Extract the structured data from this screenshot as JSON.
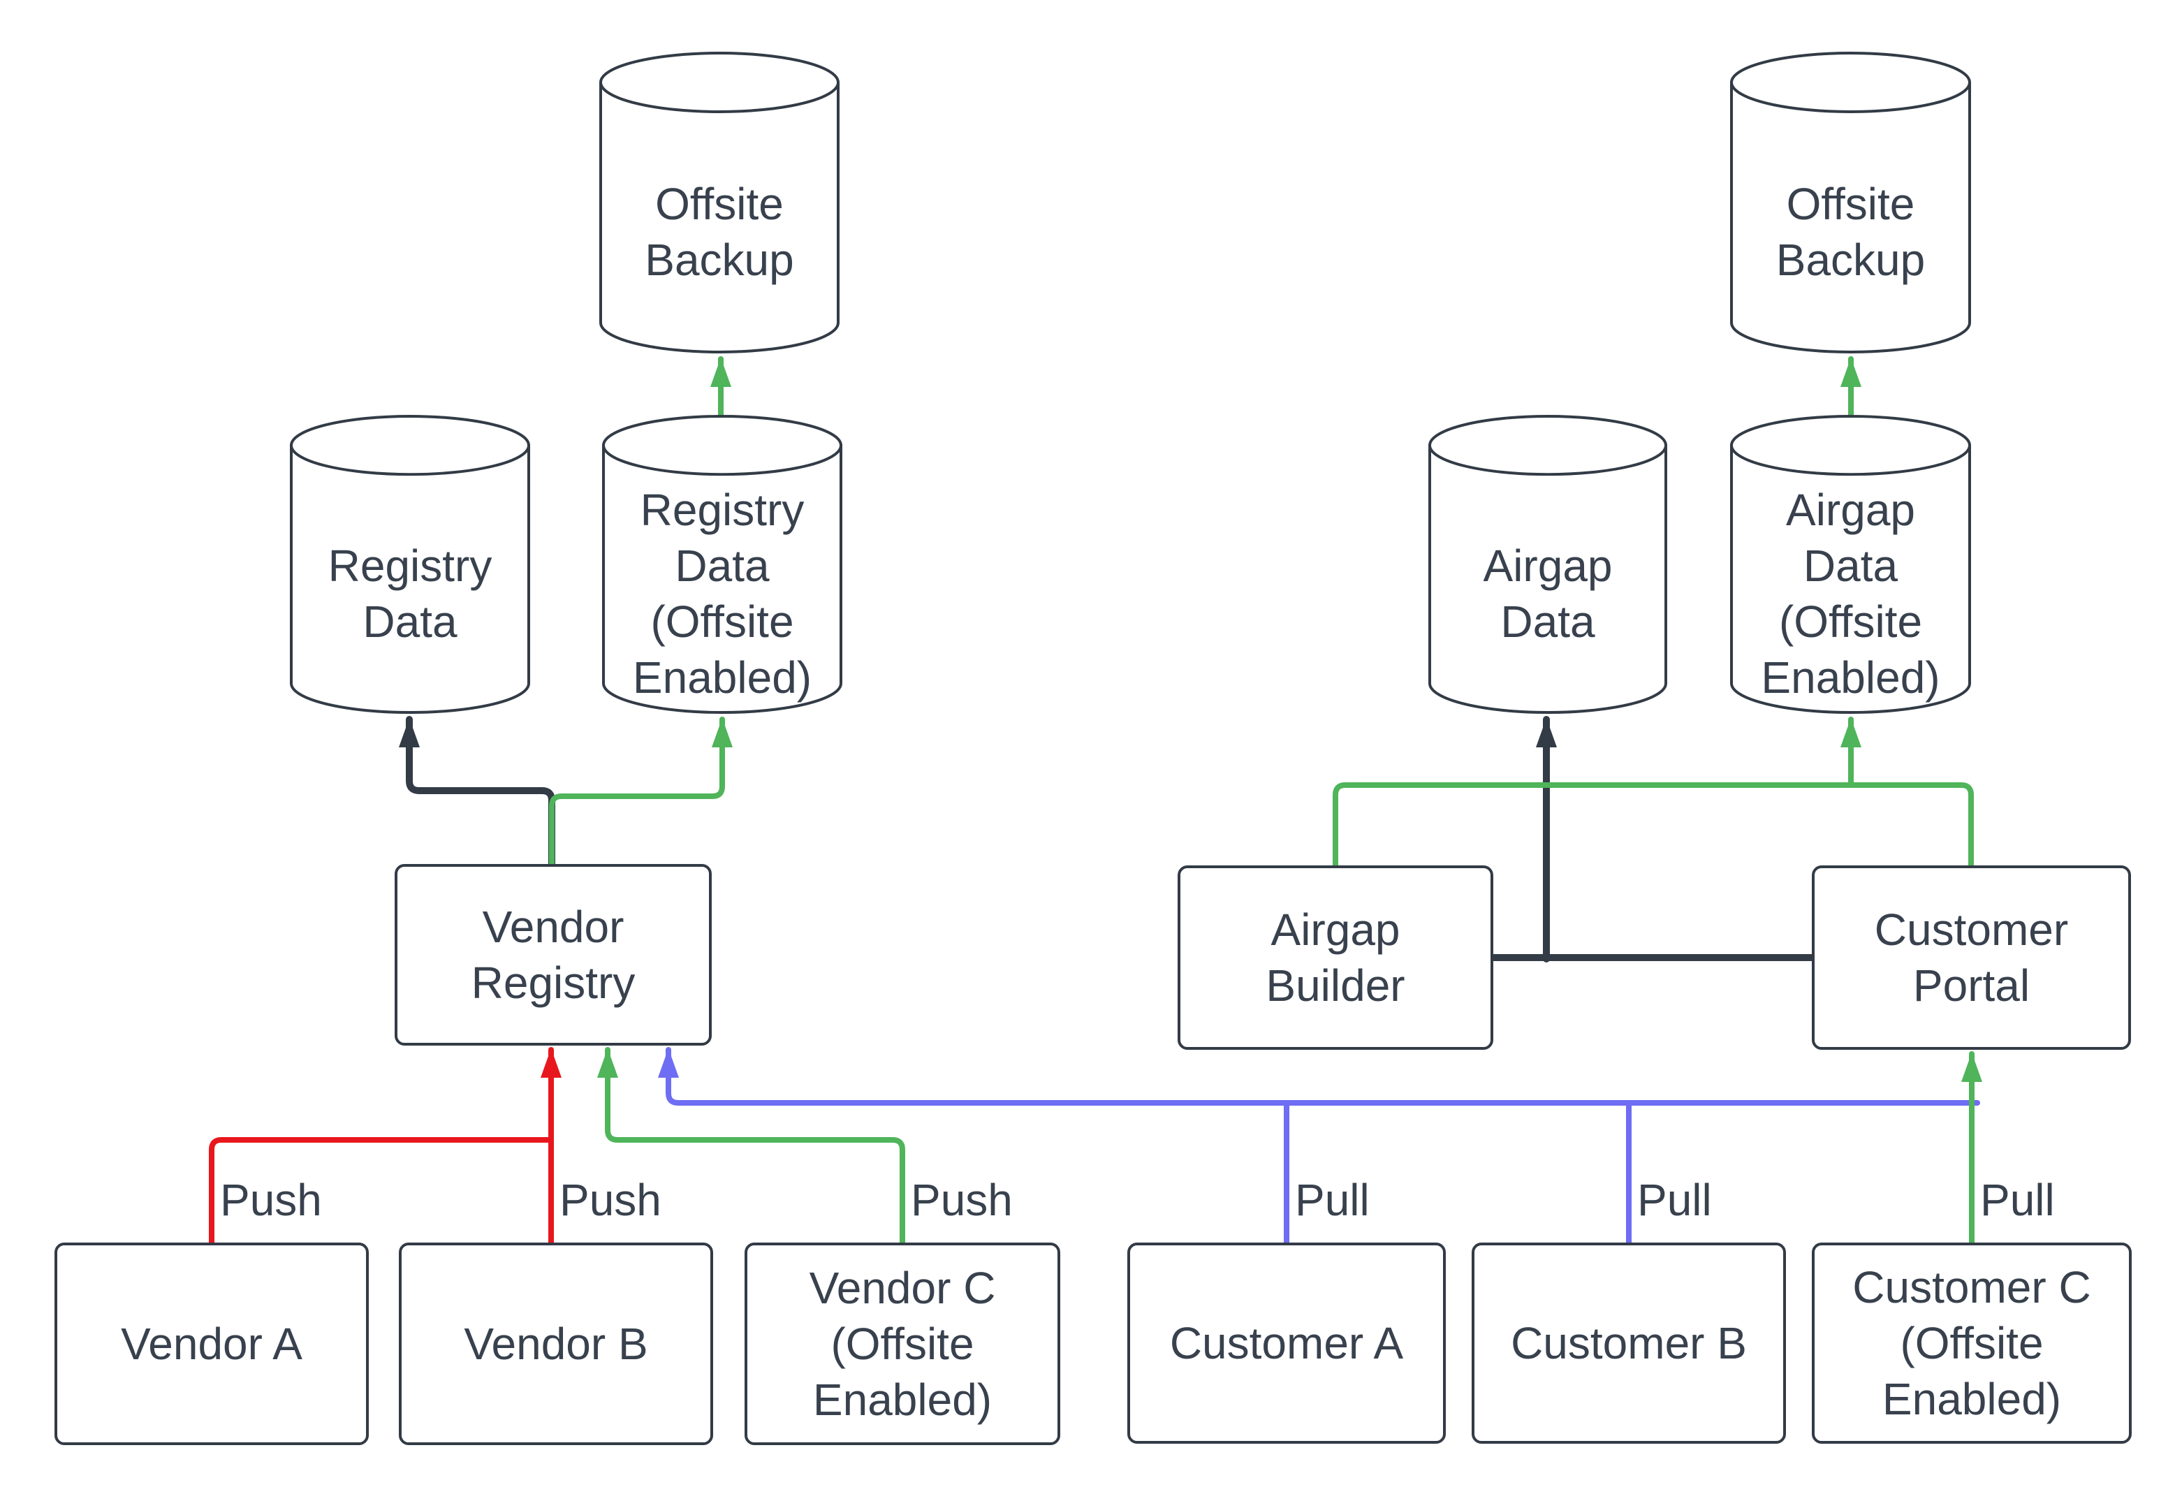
{
  "colors": {
    "dark": "#323b46",
    "text": "#38414d",
    "green": "#4fb45a",
    "red": "#e8171d",
    "blue": "#6f6df3",
    "background": "#ffffff"
  },
  "nodes": {
    "offsite_backup_left": {
      "type": "cylinder",
      "lines": [
        "Offsite",
        "Backup"
      ]
    },
    "registry_data": {
      "type": "cylinder",
      "lines": [
        "Registry",
        "Data"
      ]
    },
    "registry_data_offsite": {
      "type": "cylinder",
      "lines": [
        "Registry",
        "Data",
        "(Offsite",
        "Enabled)"
      ]
    },
    "vendor_registry": {
      "type": "rect",
      "lines": [
        "Vendor",
        "Registry"
      ]
    },
    "vendor_a": {
      "type": "rect",
      "lines": [
        "Vendor A"
      ]
    },
    "vendor_b": {
      "type": "rect",
      "lines": [
        "Vendor B"
      ]
    },
    "vendor_c": {
      "type": "rect",
      "lines": [
        "Vendor C",
        "(Offsite",
        "Enabled)"
      ]
    },
    "offsite_backup_right": {
      "type": "cylinder",
      "lines": [
        "Offsite",
        "Backup"
      ]
    },
    "airgap_data": {
      "type": "cylinder",
      "lines": [
        "Airgap",
        "Data"
      ]
    },
    "airgap_data_offsite": {
      "type": "cylinder",
      "lines": [
        "Airgap",
        "Data",
        "(Offsite",
        "Enabled)"
      ]
    },
    "airgap_builder": {
      "type": "rect",
      "lines": [
        "Airgap",
        "Builder"
      ]
    },
    "customer_portal": {
      "type": "rect",
      "lines": [
        "Customer",
        "Portal"
      ]
    },
    "customer_a": {
      "type": "rect",
      "lines": [
        "Customer A"
      ]
    },
    "customer_b": {
      "type": "rect",
      "lines": [
        "Customer B"
      ]
    },
    "customer_c": {
      "type": "rect",
      "lines": [
        "Customer C",
        "(Offsite",
        "Enabled)"
      ]
    }
  },
  "edges": [
    {
      "name": "vendor-registry-to-registry-data",
      "from": "vendor_registry",
      "to": "registry_data",
      "color": "dark"
    },
    {
      "name": "vendor-registry-to-registry-data-offsite",
      "from": "vendor_registry",
      "to": "registry_data_offsite",
      "color": "green"
    },
    {
      "name": "registry-data-offsite-to-offsite-backup",
      "from": "registry_data_offsite",
      "to": "offsite_backup_left",
      "color": "green"
    },
    {
      "name": "vendor-a-push",
      "from": "vendor_a",
      "to": "vendor_registry",
      "color": "red",
      "label": "Push"
    },
    {
      "name": "vendor-b-push",
      "from": "vendor_b",
      "to": "vendor_registry",
      "color": "red",
      "label": "Push"
    },
    {
      "name": "vendor-c-push",
      "from": "vendor_c",
      "to": "vendor_registry",
      "color": "green",
      "label": "Push"
    },
    {
      "name": "customer-a-pull",
      "from": "customer_a",
      "to": "vendor_registry",
      "color": "blue",
      "label": "Pull"
    },
    {
      "name": "customer-b-pull",
      "from": "customer_b",
      "to": "vendor_registry",
      "color": "blue",
      "label": "Pull"
    },
    {
      "name": "customer-c-pull",
      "from": "customer_c",
      "to": "customer_portal",
      "color": "green",
      "label": "Pull"
    },
    {
      "name": "airgap-builder-to-airgap-data",
      "from": "airgap_builder",
      "to": "airgap_data",
      "color": "dark"
    },
    {
      "name": "customer-portal-to-airgap-data",
      "from": "customer_portal",
      "to": "airgap_data",
      "color": "dark"
    },
    {
      "name": "airgap-builder-to-airgap-data-offsite",
      "from": "airgap_builder",
      "to": "airgap_data_offsite",
      "color": "green"
    },
    {
      "name": "customer-portal-to-airgap-data-offsite",
      "from": "customer_portal",
      "to": "airgap_data_offsite",
      "color": "green"
    },
    {
      "name": "airgap-data-offsite-to-offsite-backup",
      "from": "airgap_data_offsite",
      "to": "offsite_backup_right",
      "color": "green"
    }
  ]
}
